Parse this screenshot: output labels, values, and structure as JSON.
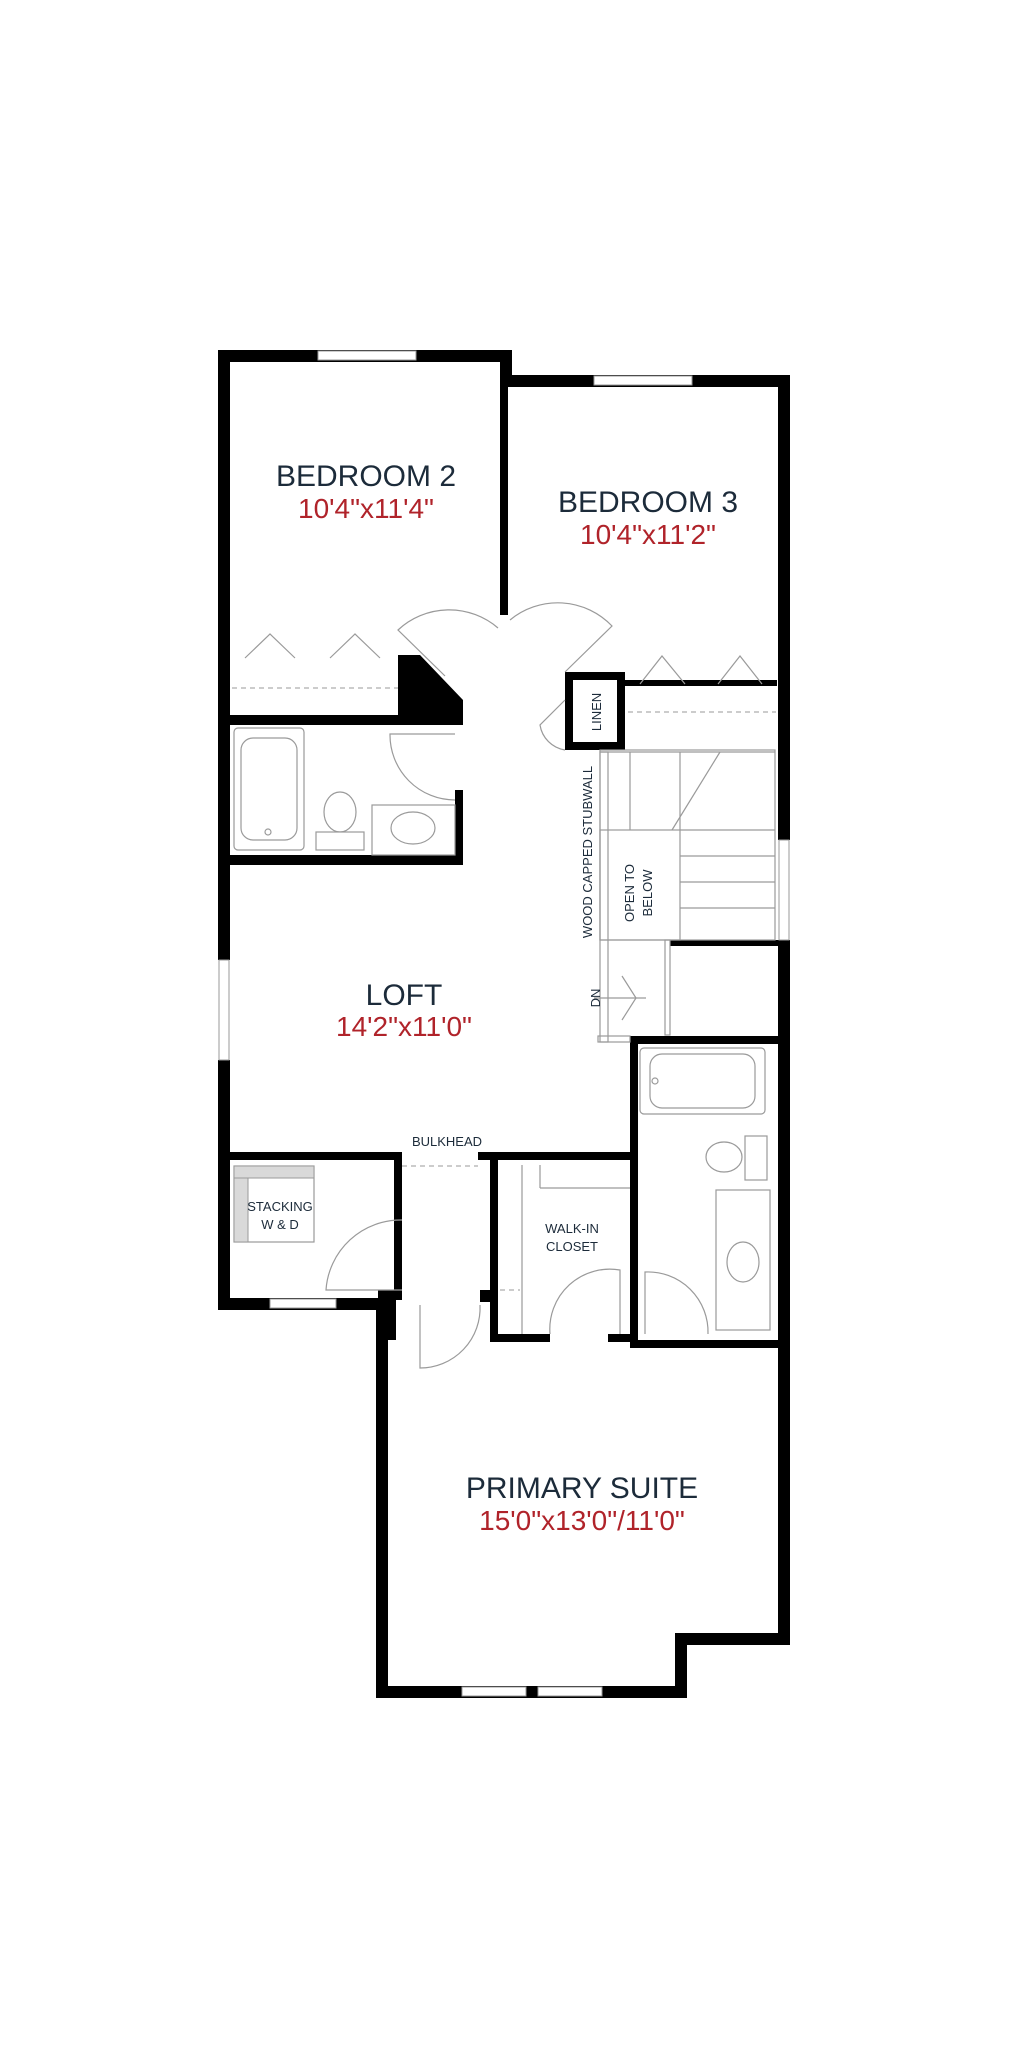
{
  "rooms": {
    "bedroom2": {
      "name": "BEDROOM 2",
      "dims": "10'4\"x11'4\""
    },
    "bedroom3": {
      "name": "BEDROOM 3",
      "dims": "10'4\"x11'2\""
    },
    "loft": {
      "name": "LOFT",
      "dims": "14'2\"x11'0\""
    },
    "primary": {
      "name": "PRIMARY SUITE",
      "dims": "15'0\"x13'0\"/11'0\""
    }
  },
  "labels": {
    "linen": "LINEN",
    "stubwall": "WOOD CAPPED STUBWALL",
    "open_to": "OPEN TO",
    "below": "BELOW",
    "dn": "DN",
    "bulkhead": "BULKHEAD",
    "stacking": "STACKING",
    "wd": "W & D",
    "walkin": "WALK-IN",
    "closet": "CLOSET"
  },
  "colors": {
    "wall": "#000000",
    "name": "#1c2b3a",
    "dims": "#b0232a"
  }
}
